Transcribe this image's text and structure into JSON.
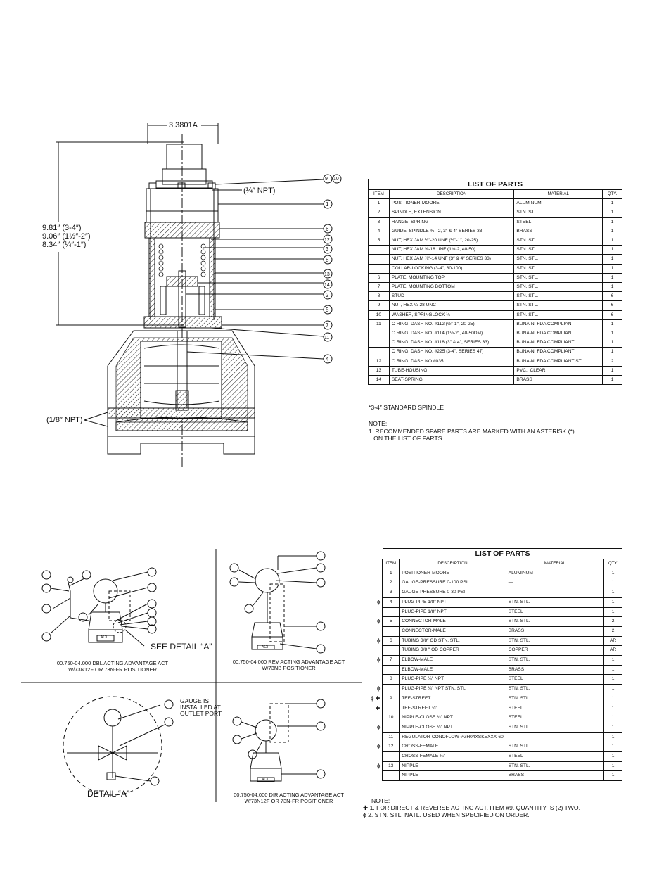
{
  "top_diagram": {
    "dim_width": "3.3801A",
    "dim_heights": [
      "9.81″ (3-4″)",
      "9.06″ (1½″-2″)",
      "8.34″ (¼″-1″)"
    ],
    "npt_quarter": "(¼″ NPT)",
    "npt_eighth": "(1/8″ NPT)",
    "callouts_right": [
      "1",
      "6",
      "12",
      "3",
      "8",
      "13",
      "14",
      "2",
      "5",
      "7",
      "11",
      "4"
    ],
    "callout_top": [
      "9",
      "10"
    ]
  },
  "table1": {
    "title": "LIST OF PARTS",
    "headers": [
      "ITEM",
      "DESCRIPTION",
      "MATERIAL",
      "QTY."
    ],
    "rows": [
      [
        "1",
        "POSITIONER-MOORE",
        "ALUMINUM",
        "1"
      ],
      [
        "2",
        "SPINDLE, EXTENSION",
        "STN. STL.",
        "1"
      ],
      [
        "3",
        "RANGE, SPRING",
        "STEEL",
        "1"
      ],
      [
        "4",
        "GUIDE, SPINDLE ¾ - 2, 3″ & 4″ SERIES 33",
        "BRASS",
        "1"
      ],
      [
        "5",
        "NUT, HEX JAM ½″-20 UNF (½″-1″, 20-25)",
        "STN. STL.",
        "1"
      ],
      [
        "",
        "NUT, HEX JAM ⅝-18 UNF (1½-2, 40-50)",
        "STN. STL.",
        "1"
      ],
      [
        "",
        "NUT, HEX JAM ⅞″-14 UNF (3″ & 4″ SERIES 33)",
        "STN. STL.",
        "1"
      ],
      [
        "",
        "COLLAR-LOCKING (3-4″, 80-100)",
        "STN. STL.",
        "1"
      ],
      [
        "6",
        "PLATE, MOUNTING TOP",
        "STN. STL.",
        "1"
      ],
      [
        "7",
        "PLATE, MOUNTING BOTTOM",
        "STN. STL.",
        "1"
      ],
      [
        "8",
        "STUD",
        "STN. STL.",
        "6"
      ],
      [
        "9",
        "NUT, HEX ¼-28 UNC",
        "STN. STL.",
        "6"
      ],
      [
        "10",
        "WASHER, SPRINGLOCK ¼",
        "STN. STL.",
        "6"
      ],
      [
        "11",
        "O RING, DASH NO. #112 (½″-1″, 20-25)",
        "BUNA-N, FDA COMPLIANT",
        "1"
      ],
      [
        "",
        "O RING, DASH NO. #114 (1½-2″, 40-50DM)",
        "BUNA-N, FDA COMPLIANT",
        "1"
      ],
      [
        "",
        "O RING, DASH NO. #118 (3″ & 4″, SERIES 33)",
        "BUNA-N, FDA COMPLIANT",
        "1"
      ],
      [
        "",
        "O RING, DASH NO. #225 (3-4″, SERIES 47)",
        "BUNA-N, FDA COMPLIANT",
        "1"
      ],
      [
        "12",
        "O RING, DASH NO #035",
        "BUNA-N, FDA COMPLIANT STL.",
        "2"
      ],
      [
        "13",
        "TUBE-HOUSING",
        "PVC., CLEAR",
        "1"
      ],
      [
        "14",
        "SEAT-SPRING",
        "BRASS",
        "1"
      ]
    ],
    "footnote": "*3-4″ STANDARD SPINDLE",
    "note_head": "NOTE:",
    "note_lines": [
      "1. RECOMMENDED SPARE PARTS ARE MARKED WITH AN ASTERISK (*)",
      "   ON THE LIST OF PARTS."
    ]
  },
  "table2": {
    "title": "LIST OF PARTS",
    "headers": [
      "ITEM",
      "DESCRIPTION",
      "MATERIAL",
      "QTY."
    ],
    "rows": [
      [
        "",
        "1",
        "POSITIONER-MOORE",
        "ALUMINUM",
        "1"
      ],
      [
        "",
        "2",
        "GAUGE-PRESSURE 0-100 PSI",
        "—",
        "1"
      ],
      [
        "",
        "3",
        "GAUGE-PRESSURE 0-30 PSI",
        "—",
        "1"
      ],
      [
        "ɸ",
        "4",
        "PLUG-PIPE 1/8″ NPT",
        "STN. STL.",
        "1"
      ],
      [
        "",
        "",
        "PLUG-PIPE 1/8″ NPT",
        "STEEL",
        "1"
      ],
      [
        "ɸ",
        "5",
        "CONNECTOR-MALE",
        "STN. STL.",
        "2"
      ],
      [
        "",
        "",
        "CONNECTOR-MALE",
        "BRASS",
        "2"
      ],
      [
        "ɸ",
        "6",
        "TUBING 3/8″ OD STN. STL.",
        "STN. STL.",
        "AR"
      ],
      [
        "",
        "",
        "TUBING 3/8 ″ OD COPPER",
        "COPPER",
        "AR"
      ],
      [
        "ɸ",
        "7",
        "ELBOW-MALE",
        "STN. STL.",
        "1"
      ],
      [
        "",
        "",
        "ELBOW-MALE",
        "BRASS",
        "1"
      ],
      [
        "",
        "8",
        "PLUG-PIPE ¼″ NPT",
        "STEEL",
        "1"
      ],
      [
        "ɸ",
        "",
        "PLUG-PIPE ¼″ NPT STN. STL.",
        "STN. STL.",
        "1"
      ],
      [
        "ɸ ✚",
        "9",
        "TEE-STREET",
        "STN. STL.",
        "1"
      ],
      [
        "✚",
        "",
        "TEE-STREET ¼″",
        "STEEL",
        "1"
      ],
      [
        "",
        "10",
        "NIPPLE-CLOSE ¼″ NPT",
        "STEEL",
        "1"
      ],
      [
        "ɸ",
        "",
        "NIPPLE-CLOSE ¼″ NPT",
        "STN. STL.",
        "1"
      ],
      [
        "",
        "11",
        "REGULATOR-CONOFLOW #GH04XSKEXXX-60",
        "—",
        "1"
      ],
      [
        "ɸ",
        "12",
        "CROSS-FEMALE",
        "STN. STL.",
        "1"
      ],
      [
        "",
        "",
        "CROSS-FEMALE ¼″",
        "STEEL",
        "1"
      ],
      [
        "ɸ",
        "13",
        "NIPPLE",
        "STN. STL.",
        "1"
      ],
      [
        "",
        "",
        "NIPPLE",
        "BRASS",
        "1"
      ]
    ],
    "note_head": "NOTE:",
    "note_lines": [
      "✚ 1. FOR DIRECT & REVERSE ACTING ACT. ITEM #9. QUANTITY IS (2) TWO.",
      "ɸ 2. STN. STL. NATL. USED WHEN SPECIFIED ON ORDER."
    ]
  },
  "bottom_diagrams": {
    "see_detail": "SEE DETAIL “A”",
    "detail_a": "DETAIL “A”",
    "act": "ACT",
    "gauge_note": [
      "GAUGE IS",
      "INSTALLED AT",
      "OUTLET PORT"
    ],
    "cap_dbl": [
      "00.750-04.000 DBL ACTING ADVANTAGE ACT",
      "W/73N12F OR 73N-FR POSITIONER"
    ],
    "cap_rev": [
      "00.750-04.000 REV ACTING ADVANTAGE ACT",
      "W/73NB POSITIONER"
    ],
    "cap_dir": [
      "00.750-04.000 DIR ACTING ADVANTAGE ACT",
      "W/73N12F OR 73N-FR POSITIONER"
    ]
  }
}
